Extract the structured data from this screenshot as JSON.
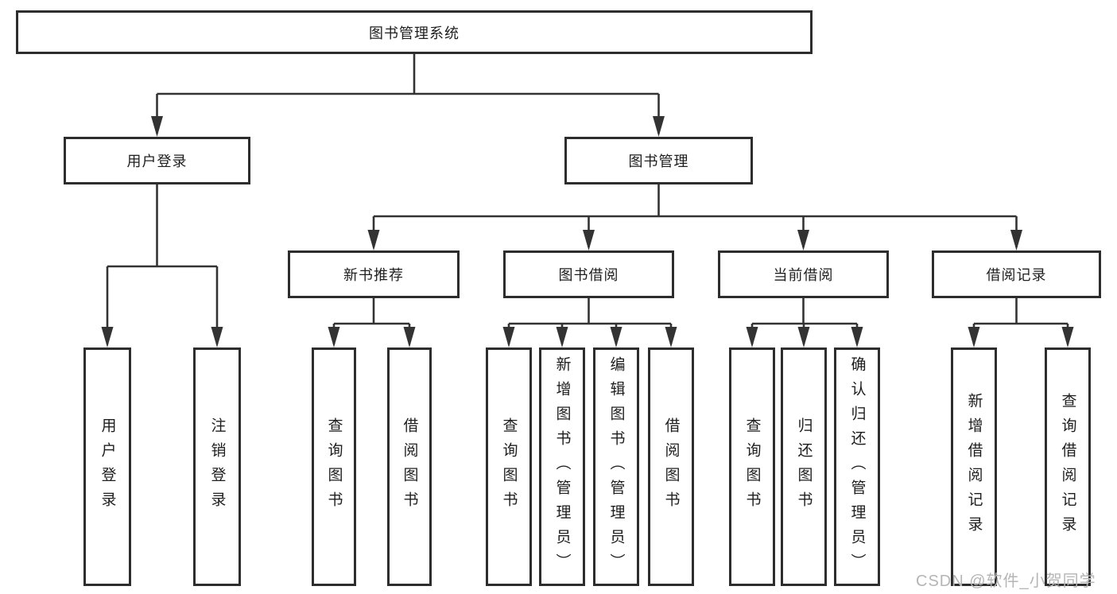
{
  "tree": {
    "label": "图书管理系统",
    "children": [
      {
        "label": "用户登录",
        "children": [
          {
            "label": "用户登录"
          },
          {
            "label": "注销登录"
          }
        ]
      },
      {
        "label": "图书管理",
        "children": [
          {
            "label": "新书推荐",
            "children": [
              {
                "label": "查询图书"
              },
              {
                "label": "借阅图书"
              }
            ]
          },
          {
            "label": "图书借阅",
            "children": [
              {
                "label": "查询图书"
              },
              {
                "label": "新增图书（管理员）"
              },
              {
                "label": "编辑图书（管理员）"
              },
              {
                "label": "借阅图书"
              }
            ]
          },
          {
            "label": "当前借阅",
            "children": [
              {
                "label": "查询图书"
              },
              {
                "label": "归还图书"
              },
              {
                "label": "确认归还（管理员）"
              }
            ]
          },
          {
            "label": "借阅记录",
            "children": [
              {
                "label": "新增借阅记录"
              },
              {
                "label": "查询借阅记录"
              }
            ]
          }
        ]
      }
    ]
  },
  "watermark": {
    "text": "CSDN @软件_小贺同学"
  },
  "colors": {
    "line": "#333333",
    "border": "#2d2d2d",
    "text": "#1e1e1e",
    "watermark": "#b5b5b5",
    "background": "#ffffff"
  }
}
